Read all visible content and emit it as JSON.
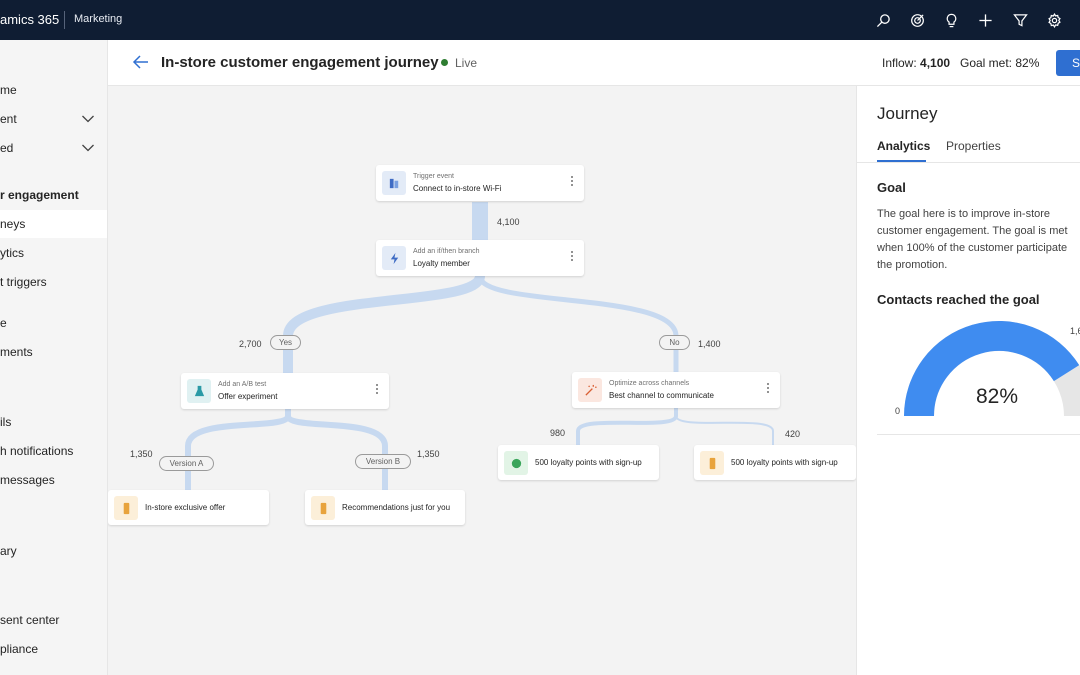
{
  "topbar": {
    "app_name": "amics 365",
    "area": "Marketing",
    "icons": [
      "search-icon",
      "target-icon",
      "lightbulb-icon",
      "plus-icon",
      "filter-icon",
      "settings-icon"
    ]
  },
  "nav": {
    "items": [
      {
        "label": "me",
        "type": "item"
      },
      {
        "label": "ent",
        "type": "expandable"
      },
      {
        "label": "ed",
        "type": "expandable"
      },
      {
        "label": "r engagement",
        "type": "group"
      },
      {
        "label": "neys",
        "type": "active"
      },
      {
        "label": "ytics",
        "type": "item"
      },
      {
        "label": "t triggers",
        "type": "item"
      },
      {
        "label": "e",
        "type": "item"
      },
      {
        "label": "ments",
        "type": "item"
      },
      {
        "label": "ils",
        "type": "item"
      },
      {
        "label": "h notifications",
        "type": "item"
      },
      {
        "label": "messages",
        "type": "item"
      },
      {
        "label": "ary",
        "type": "item"
      },
      {
        "label": "sent center",
        "type": "item"
      },
      {
        "label": "pliance",
        "type": "item"
      }
    ]
  },
  "header": {
    "title": "In-store customer engagement journey",
    "status": "Live",
    "inflow_label": "Inflow:",
    "inflow_value": "4,100",
    "goal_label": "Goal met:",
    "goal_value": "82%",
    "primary_button": "S"
  },
  "journey": {
    "nodes": {
      "trigger": {
        "sub": "Trigger event",
        "main": "Connect to in-store Wi-Fi"
      },
      "branch": {
        "sub": "Add an if/then branch",
        "main": "Loyalty member"
      },
      "abtest": {
        "sub": "Add an A/B test",
        "main": "Offer experiment"
      },
      "optimize": {
        "sub": "Optimize across channels",
        "main": "Best channel to communicate"
      },
      "offer_a": {
        "main": "In-store exclusive offer"
      },
      "offer_b": {
        "main": "Recommendations just for you"
      },
      "loyalty_1": {
        "main": "500 loyalty points with sign-up"
      },
      "loyalty_2": {
        "main": "500 loyalty points with sign-up"
      }
    },
    "counts": {
      "trigger_to_branch": "4,100",
      "yes": "2,700",
      "no": "1,400",
      "version_a": "1,350",
      "version_b": "1,350",
      "channel_1": "980",
      "channel_2": "420"
    },
    "pills": {
      "yes": "Yes",
      "no": "No",
      "version_a": "Version A",
      "version_b": "Version B"
    },
    "flow_color": "#c7d9f0"
  },
  "panel": {
    "title": "Journey",
    "tabs": [
      "Analytics",
      "Properties"
    ],
    "active_tab": "Analytics",
    "goal_title": "Goal",
    "goal_lines": [
      "The goal here is to improve in-store",
      "customer engagement. The goal is met",
      "when 100% of the customer participate",
      "the promotion."
    ],
    "contacts_title": "Contacts reached the goal",
    "gauge": {
      "percent": 82,
      "percent_label": "82%",
      "min_label": "0",
      "max_label": "1,6",
      "fill_color": "#3f8cf0",
      "track_color": "#e6e6e6"
    }
  }
}
